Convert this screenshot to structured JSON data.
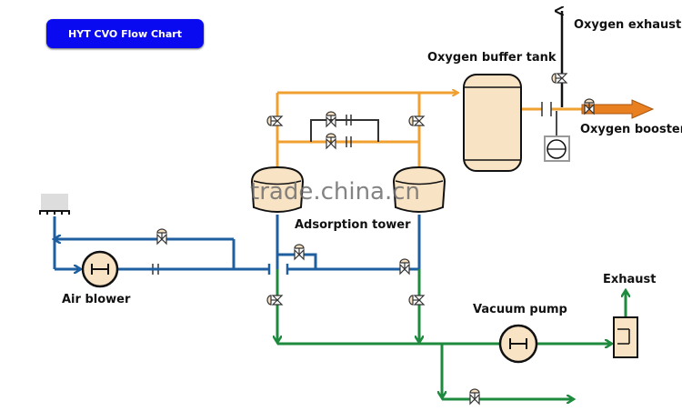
{
  "title": "HYT CVO Flow Chart",
  "labels": {
    "oxygen_exhaust": "Oxygen exhaust",
    "oxygen_buffer_tank": "Oxygen buffer tank",
    "oxygen_booster": "Oxygen booster",
    "adsorption_tower": "Adsorption tower",
    "air_blower": "Air blower",
    "vacuum_pump": "Vacuum pump",
    "exhaust": "Exhaust"
  },
  "watermark": "trade.china.cn",
  "colors": {
    "title_bg": "#0a0af0",
    "oxygen_line": "#f0a030",
    "air_line": "#1f5fa0",
    "vacuum_line": "#1e8a3e",
    "exhaust_line": "#111111",
    "vessel_fill": "#f8e3c5",
    "booster_arrow": "#e87f20"
  }
}
